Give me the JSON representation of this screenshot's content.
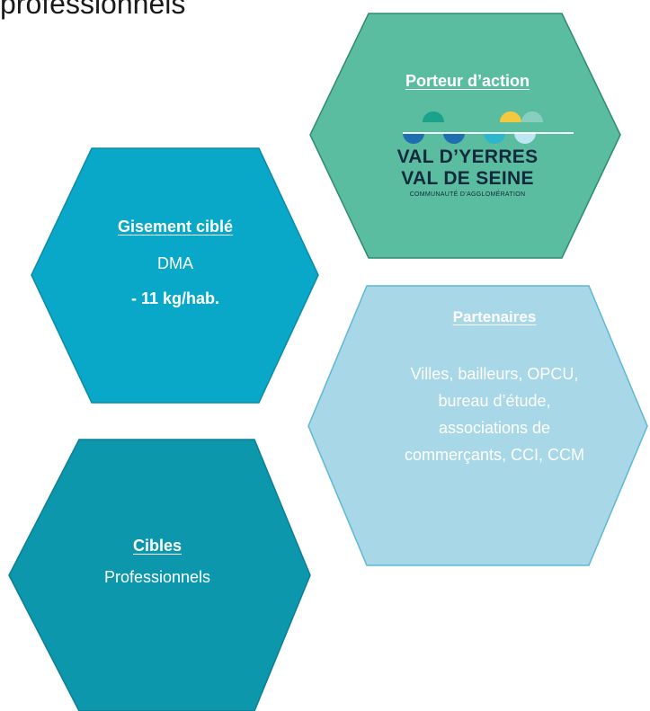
{
  "page": {
    "title": "professionnels"
  },
  "hexagons": {
    "porteur": {
      "heading": "Porteur d’action",
      "logo": {
        "line1": "VAL D’YERRES",
        "line2": "VAL DE SEINE",
        "line3": "COMMUNAUTÉ D’AGGLOMÉRATION"
      },
      "color": "#5bbd9f"
    },
    "gisement": {
      "heading": "Gisement ciblé",
      "line1": "DMA",
      "line2": "- 11 kg/hab.",
      "color": "#0aa8c8"
    },
    "partenaires": {
      "heading": "Partenaires",
      "body": [
        "Villes, bailleurs, OPCU,",
        "bureau d’étude,",
        "associations de",
        "commerçants, CCI, CCM"
      ],
      "color": "#a8d8e8"
    },
    "cibles": {
      "heading": "Cibles",
      "line1": "Professionnels",
      "color": "#0c97ad"
    }
  }
}
